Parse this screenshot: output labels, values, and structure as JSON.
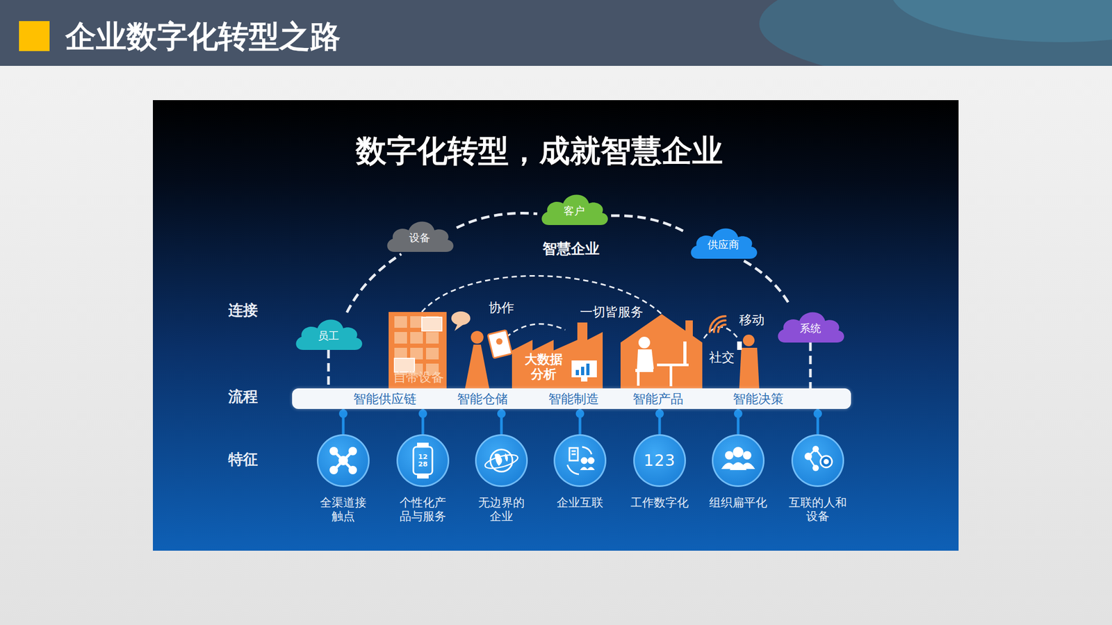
{
  "diagram": {
    "title": "企业数字化转型之路",
    "nodes": [
      {
        "text": [
          "客户"
        ]
      },
      {
        "text": [
          "设备"
        ]
      },
      {
        "text": [
          "供应商"
        ]
      },
      {
        "text": [
          "员工"
        ]
      },
      {
        "text": [
          "系统"
        ]
      },
      {
        "text": [
          "智能供应链",
          "智能仓储",
          "智能制造",
          "智能产品",
          "智能决策"
        ]
      },
      {
        "text": [
          "全渠道接 触点"
        ]
      },
      {
        "text": [
          "12 28",
          "个性化产 品与服务"
        ]
      },
      {
        "text": [
          "无边界的 企业"
        ]
      },
      {
        "text": [
          "企业互联"
        ]
      },
      {
        "text": [
          "123",
          "工作数字化"
        ]
      },
      {
        "text": [
          "组织扁平化"
        ]
      },
      {
        "text": [
          "互联的人和 设备"
        ]
      }
    ],
    "edges": [
      {
        "from": 3,
        "to": 1,
        "arrow": "none"
      },
      {
        "from": 1,
        "to": 0,
        "arrow": "none"
      },
      {
        "from": 0,
        "to": 2,
        "arrow": "none"
      },
      {
        "from": 2,
        "to": 4,
        "arrow": "none"
      },
      {
        "from": 3,
        "to": 5,
        "arrow": "none"
      },
      {
        "from": 4,
        "to": 5,
        "arrow": "none"
      },
      {
        "from": 5,
        "to": 6,
        "arrow": "none"
      },
      {
        "from": 5,
        "to": 7,
        "arrow": "none"
      },
      {
        "from": 5,
        "to": 8,
        "arrow": "none"
      },
      {
        "from": 5,
        "to": 9,
        "arrow": "none"
      },
      {
        "from": 5,
        "to": 10,
        "arrow": "none"
      },
      {
        "from": 5,
        "to": 11,
        "arrow": "none"
      },
      {
        "from": 5,
        "to": 12,
        "arrow": "none"
      }
    ],
    "labels": [
      "数字化转型，成就智慧企业",
      "智慧企业",
      "连接",
      "流程",
      "特征",
      "自带设备",
      "协作",
      "一切皆服务",
      "大数据 分析",
      "移动",
      "社交"
    ]
  }
}
